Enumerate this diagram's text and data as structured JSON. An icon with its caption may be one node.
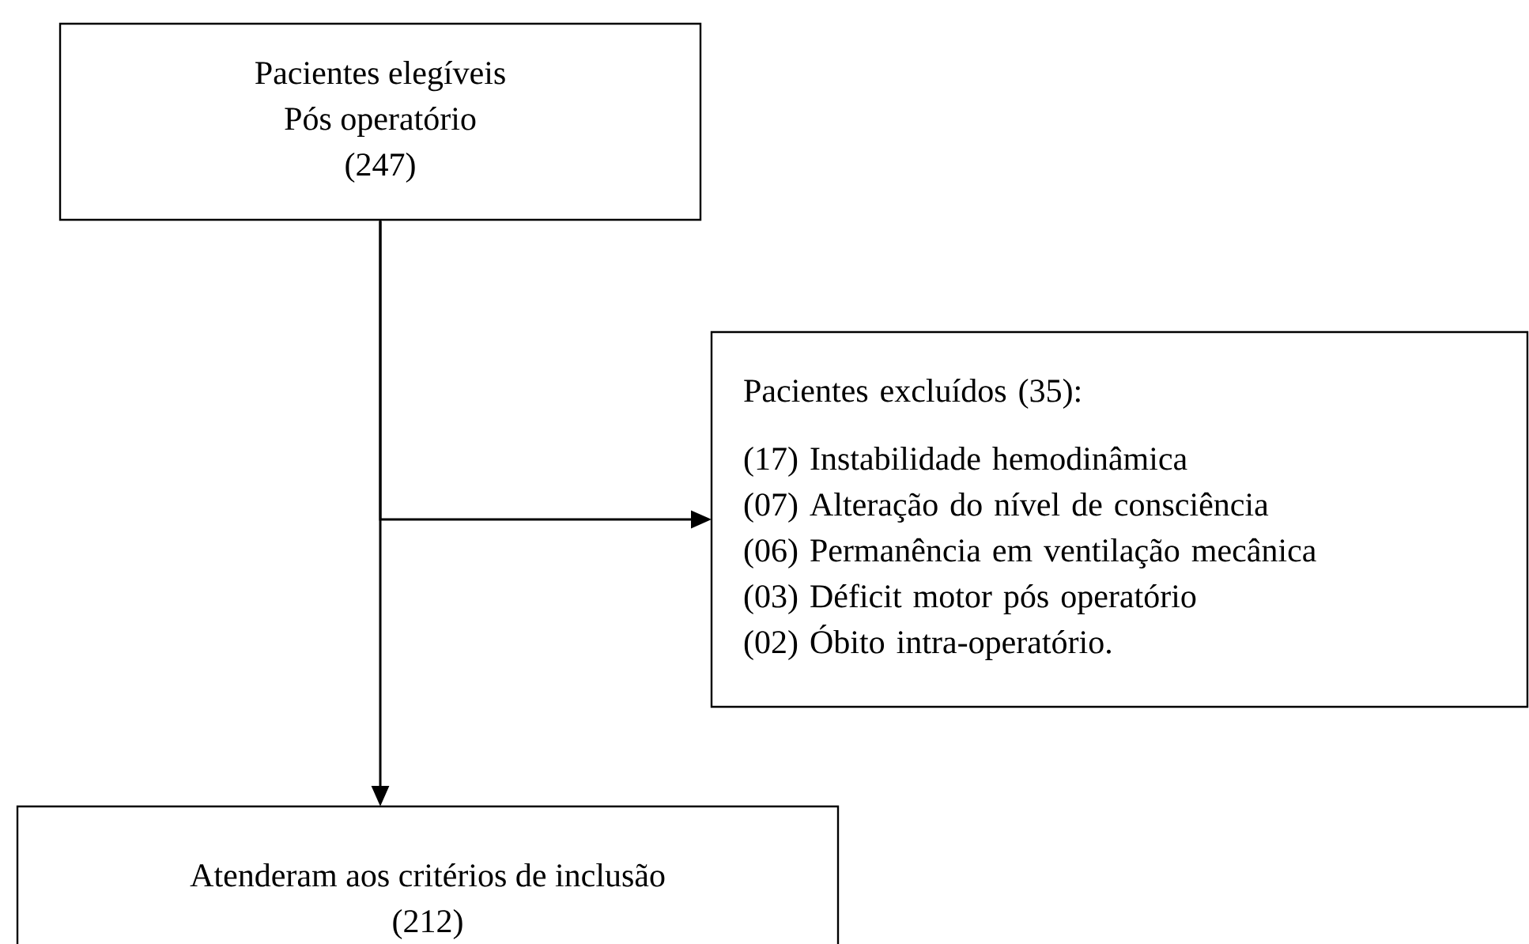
{
  "diagram": {
    "nodes": [
      {
        "text": [
          "Pacientes elegíveis",
          "Pós operatório",
          "(247)"
        ]
      },
      {
        "text": [
          "Pacientes excluídos (35):",
          "(17) Instabilidade hemodinâmica",
          "(07) Alteração do nível de consciência",
          "(06) Permanência em ventilação mecânica",
          "(03) Déficit motor pós operatório",
          "(02) Óbito intra-operatório."
        ]
      },
      {
        "text": [
          "Atenderam aos critérios de inclusão",
          "(212)"
        ]
      }
    ],
    "edges": [
      {
        "from": 0,
        "to": 2,
        "arrow": "to"
      },
      {
        "from": 0,
        "to": 1,
        "arrow": "to"
      }
    ]
  }
}
